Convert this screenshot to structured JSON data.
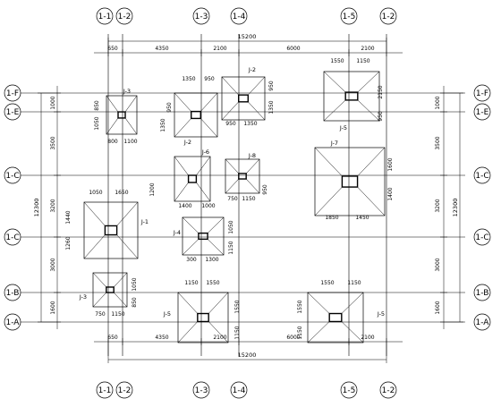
{
  "axes": {
    "x_top": [
      "1-1",
      "1-2",
      "1-3",
      "1-4",
      "1-5",
      "1-2"
    ],
    "x_bottom": [
      "1-1",
      "1-2",
      "1-3",
      "1-4",
      "1-5",
      "1-2"
    ],
    "y_left": [
      "1-F",
      "1-E",
      "1-C",
      "1-C",
      "1-B",
      "1-A"
    ],
    "y_right": [
      "1-F",
      "1-E",
      "1-C",
      "1-C",
      "1-B",
      "1-A"
    ]
  },
  "top_dims": {
    "total": "15200",
    "spans": [
      "650",
      "4350",
      "2100",
      "6000",
      "2100"
    ]
  },
  "bottom_dims": {
    "total": "15200",
    "spans": [
      "650",
      "4350",
      "2100",
      "6000",
      "2100"
    ]
  },
  "left_dims": {
    "total": "12300",
    "spans": [
      "1000",
      "3500",
      "3200",
      "3000",
      "1600"
    ]
  },
  "right_dims": {
    "total": "12300",
    "spans": [
      "1000",
      "3500",
      "3200",
      "3000",
      "1600"
    ]
  },
  "footings": [
    {
      "tag": "J-3",
      "dims": [
        "800",
        "1100",
        "850",
        "1050"
      ]
    },
    {
      "tag": "J-2",
      "dims": [
        "1350",
        "950",
        "950",
        "1350"
      ]
    },
    {
      "tag": "J-2",
      "dims": [
        "950",
        "1350",
        "950",
        "1350"
      ]
    },
    {
      "tag": "J-5",
      "dims": [
        "1550",
        "1150",
        "2150",
        "950"
      ]
    },
    {
      "tag": "J-6",
      "dims": [
        "1400",
        "1000",
        "1200"
      ]
    },
    {
      "tag": "J-8",
      "dims": [
        "750",
        "1150",
        "950"
      ]
    },
    {
      "tag": "J-7",
      "dims": [
        "1850",
        "1450",
        "1600",
        "1400"
      ]
    },
    {
      "tag": "J-1",
      "dims": [
        "1050",
        "1650",
        "1440",
        "1260"
      ]
    },
    {
      "tag": "J-4",
      "dims": [
        "300",
        "1300",
        "1050",
        "1150"
      ]
    },
    {
      "tag": "J-3",
      "dims": [
        "750",
        "1150",
        "1050",
        "850"
      ]
    },
    {
      "tag": "J-5",
      "dims": [
        "1150",
        "1550",
        "1550",
        "1150"
      ]
    },
    {
      "tag": "J-5",
      "dims": [
        "1550",
        "1150",
        "1550",
        "1150"
      ]
    }
  ]
}
